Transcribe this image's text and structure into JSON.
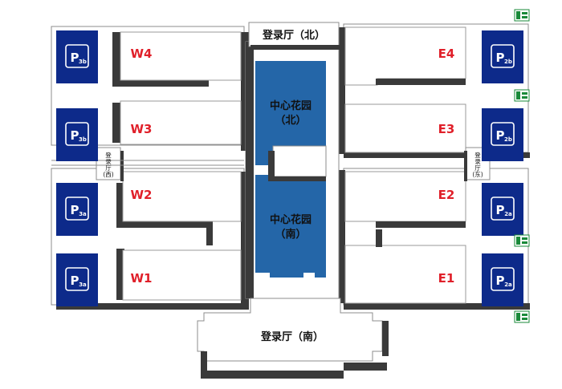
{
  "halls": {
    "north": "登录厅（北）",
    "south": "登录厅（南）",
    "west": [
      "登",
      "录",
      "厅",
      "(西)"
    ],
    "east": [
      "登",
      "录",
      "厅",
      "(东)"
    ]
  },
  "gardens": {
    "north": [
      "中心花园",
      "（北）"
    ],
    "south": [
      "中心花园",
      "（南）"
    ]
  },
  "wings": {
    "west": [
      "W4",
      "W3",
      "W2",
      "W1"
    ],
    "east": [
      "E4",
      "E3",
      "E2",
      "E1"
    ]
  },
  "parking": {
    "west": [
      {
        "main": "P",
        "sub": "3b"
      },
      {
        "main": "P",
        "sub": "3b"
      },
      {
        "main": "P",
        "sub": "3a"
      },
      {
        "main": "P",
        "sub": "3a"
      }
    ],
    "east": [
      {
        "main": "P",
        "sub": "2b"
      },
      {
        "main": "P",
        "sub": "2b"
      },
      {
        "main": "P",
        "sub": "2a"
      },
      {
        "main": "P",
        "sub": "2a"
      }
    ]
  },
  "colors": {
    "parking": "#0d2a8a",
    "garden": "#2466a8",
    "wing_label": "#e0202a",
    "exit_sign": "#1a8a3a"
  },
  "icons": [
    "exit-sign-icon"
  ]
}
